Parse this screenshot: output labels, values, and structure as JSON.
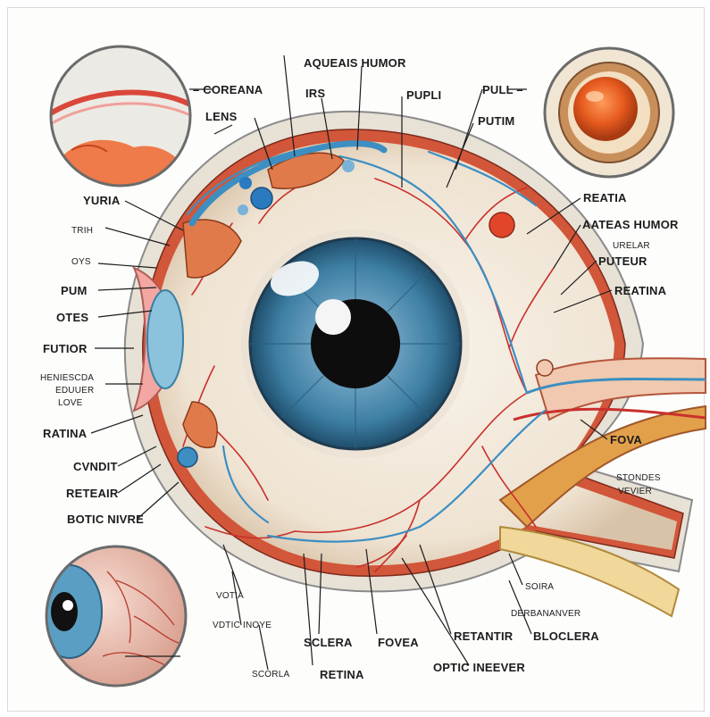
{
  "labels": {
    "aqueais_humor": "AQUEAIS HUMOR",
    "coreana": "– COREANA",
    "irs": "IRS",
    "pupli": "PUPLI",
    "pull": "PULL –",
    "lens": "LENS",
    "putim": "PUTIM",
    "yuria": "YURIA",
    "trih": "TRIH",
    "oys": "OYS",
    "pum": "PUM",
    "otes": "OTES",
    "futior": "FUTIOR",
    "henesscda": "HENIESCDA",
    "eduuer": "EDUUER",
    "love": "LOVE",
    "ratina_left": "RATINA",
    "cvndit": "CVNDIT",
    "retear": "RETEAIR",
    "botic_nivre": "BOTIC NIVRE",
    "reatia": "REATIA",
    "aateas_humor": "AATEAS HUMOR",
    "urelar": "URELAR",
    "puteur": "PUTEUR",
    "reatina_right": "REATINA",
    "fova": "FOVA",
    "stondes": "STONDES",
    "vevier": "VEVIER",
    "soira": "SOIRA",
    "derbananver": "DERBANANVER",
    "blocelra": "BLOCLERA",
    "retantir": "RETANTIR",
    "optic_ineever": "OPTIC INEEVER",
    "fovea": "FOVEA",
    "retina_bottom": "RETINA",
    "sclera": "SCLERA",
    "scorla": "SCORLA",
    "vdtic_inoye": "VDTIC INOYE",
    "votia": "VOTIA"
  },
  "colors": {
    "sclera": "#f3ebe0",
    "iris": "#3d7fa3",
    "vessel": "#c9302c",
    "nerve_blue": "#3d8fc2",
    "choroid": "#d35a3b",
    "lens": "#f2a7a3"
  }
}
